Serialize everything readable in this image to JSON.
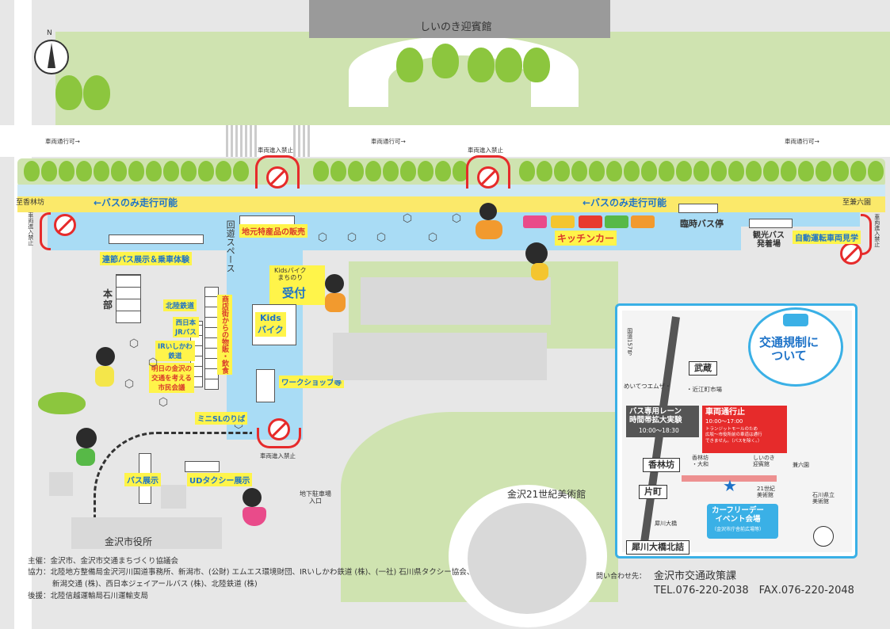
{
  "north_label": "N",
  "buildings": {
    "shiinoki": "しいのき迎賓館",
    "kanazawa_21": "金沢21世紀美術館",
    "city_hall": "金沢市役所",
    "honbu": "本部",
    "underground_parking": "地下駐車場\n入口"
  },
  "road_labels": {
    "traffic_ok_1": "車両通行可→",
    "traffic_ok_2": "車両通行可→",
    "traffic_ok_3": "車両通行可→",
    "no_entry_1": "車両進入禁止",
    "no_entry_2": "車両進入禁止",
    "no_entry_3": "車両進入禁止",
    "no_entry_left": "車両進入禁止",
    "no_entry_right": "車両進入禁止",
    "to_korinbo": "至香林坊",
    "to_kenrokuen": "至兼六園",
    "bus_only_1": "←バスのみ走行可能",
    "bus_only_2": "←バスのみ走行可能",
    "turnaround": "回遊スペース"
  },
  "events": {
    "local_sales": "地元特産品の販売",
    "kitchen_car": "キッチンカー",
    "temp_bus_stop": "臨時バス停",
    "tour_bus": "観光バス\n発着場",
    "autonomous": "自動運転車両見学",
    "articulated_bus": "連節バス展示＆乗車体験",
    "kids_bike_reception_1": "Kidsバイク\nまちのり",
    "kids_bike_reception_2": "受付",
    "kids_bike": "Kids\nバイク",
    "hokuriku_rail": "北陸鉄道",
    "nishinihon_jr": "西日本\nJRバス",
    "ir_ishikawa": "IRいしかわ\n鉄道",
    "future_transport": "明日の金沢の\n交通を考える\n市民会議",
    "market_food": "商店街からの物販・飲食",
    "workshop": "ワークショップ等",
    "mini_sl": "ミニSLのりば",
    "bus_display": "バス展示",
    "ud_taxi": "UDタクシー展示"
  },
  "inset": {
    "title": "交通規制に\nついて",
    "musashi": "武蔵",
    "korinbo": "香林坊",
    "katamachi": "片町",
    "saigawa": "犀川大橋北詰",
    "meitetsu": "めいてつエムザ・",
    "omicho": "・近江町市場",
    "bus_lane": "バス専用レーン\n時間帯拡大実験",
    "bus_lane_time": "10:00～18:30",
    "closed_title": "車両通行止",
    "closed_time": "10:00～17:00",
    "closed_note": "トランジットモールのため\n広坂～市役所前の車道は通行\nできません。（バスを除く。）",
    "korinbo_daiwa": "香林坊\n・大和",
    "shiinoki_small": "しいのき\n迎賓館",
    "kenrokuen": "兼六園",
    "museum21": "21世紀\n美術館",
    "ishikawa_museum": "石川県立\n美術館",
    "saigawa_bridge": "犀川大橋",
    "national_route": "国道157号",
    "venue": "カーフリーデー\nイベント会場",
    "venue_sub": "（金沢市庁舎前広場等）"
  },
  "footer": {
    "organizer_label": "主催：",
    "organizer": "金沢市、金沢市交通まちづくり協議会",
    "cooperation_label": "協力：",
    "cooperation_1": "北陸地方整備局金沢河川国道事務所、新潟市、(公財) エムエス環境財団、IRいしかわ鉄道 (株)、(一社) 石川県タクシー協会、",
    "cooperation_2": "新潟交通 (株)、西日本ジェイアールバス (株)、北陸鉄道 (株)",
    "support_label": "後援：",
    "support": "北陸信越運輸局石川運輸支局",
    "contact_label": "問い合わせ先：",
    "contact_name": "金沢市交通政策課",
    "contact_tel": "TEL.076-220-2038　FAX.076-220-2048"
  },
  "colors": {
    "road_gray": "#e7e7e7",
    "park_green": "#cfe3b0",
    "tree_green": "#8cc63e",
    "event_blue": "#a9dcf5",
    "band_yellow": "#fbe96a",
    "label_blue": "#1e73c8",
    "alert_red": "#e62b2b",
    "inset_border": "#3ab0e6"
  }
}
